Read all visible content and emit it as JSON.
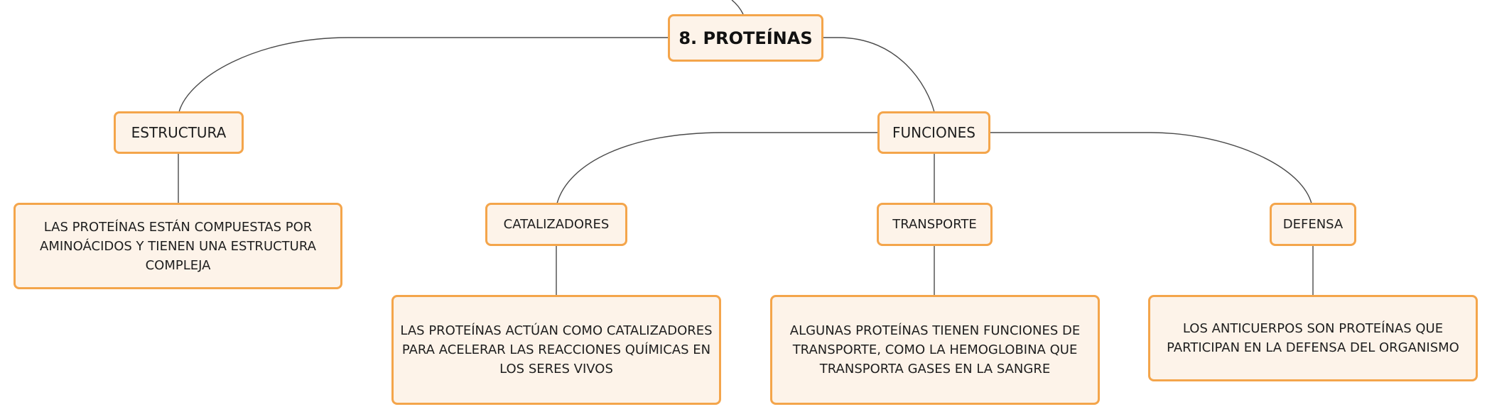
{
  "root": {
    "label": "8. PROTEÍNAS"
  },
  "estructura": {
    "label": "ESTRUCTURA",
    "description": "LAS PROTEÍNAS ESTÁN COMPUESTAS POR AMINOÁCIDOS Y TIENEN UNA ESTRUCTURA COMPLEJA"
  },
  "funciones": {
    "label": "FUNCIONES",
    "catalizadores": {
      "label": "CATALIZADORES",
      "description": "LAS PROTEÍNAS ACTÚAN COMO CATALIZADORES PARA ACELERAR LAS REACCIONES QUÍMICAS EN LOS SERES VIVOS"
    },
    "transporte": {
      "label": "TRANSPORTE",
      "description": "ALGUNAS PROTEÍNAS TIENEN FUNCIONES DE TRANSPORTE, COMO LA HEMOGLOBINA QUE TRANSPORTA GASES EN LA SANGRE"
    },
    "defensa": {
      "label": "DEFENSA",
      "description": "LOS ANTICUERPOS SON PROTEÍNAS QUE PARTICIPAN EN LA DEFENSA DEL ORGANISMO"
    }
  },
  "colors": {
    "node_border": "#f4a54b",
    "node_fill": "#fdf3e9",
    "connector": "#4a4a4a"
  }
}
